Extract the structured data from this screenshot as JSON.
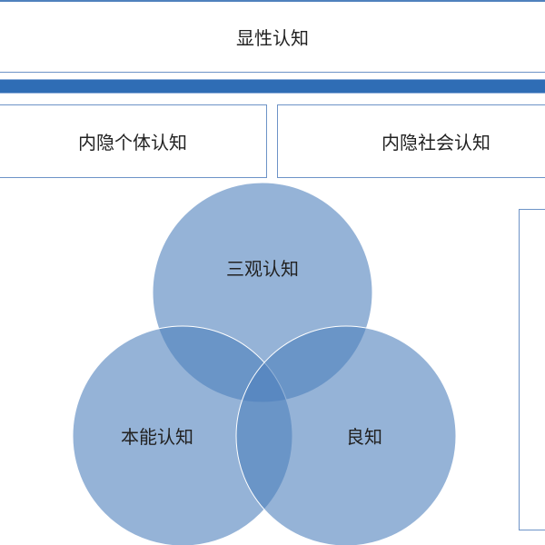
{
  "top_box": "显性认知",
  "left_box": "内隐个体认知",
  "right_box": "内隐社会认知",
  "circles": [
    {
      "label": "三观认知"
    },
    {
      "label": "本能认知"
    },
    {
      "label": "良知"
    }
  ],
  "colors": {
    "circle": "#4f81bd",
    "bar": "#2f6db5",
    "border": "#6d93c7"
  }
}
